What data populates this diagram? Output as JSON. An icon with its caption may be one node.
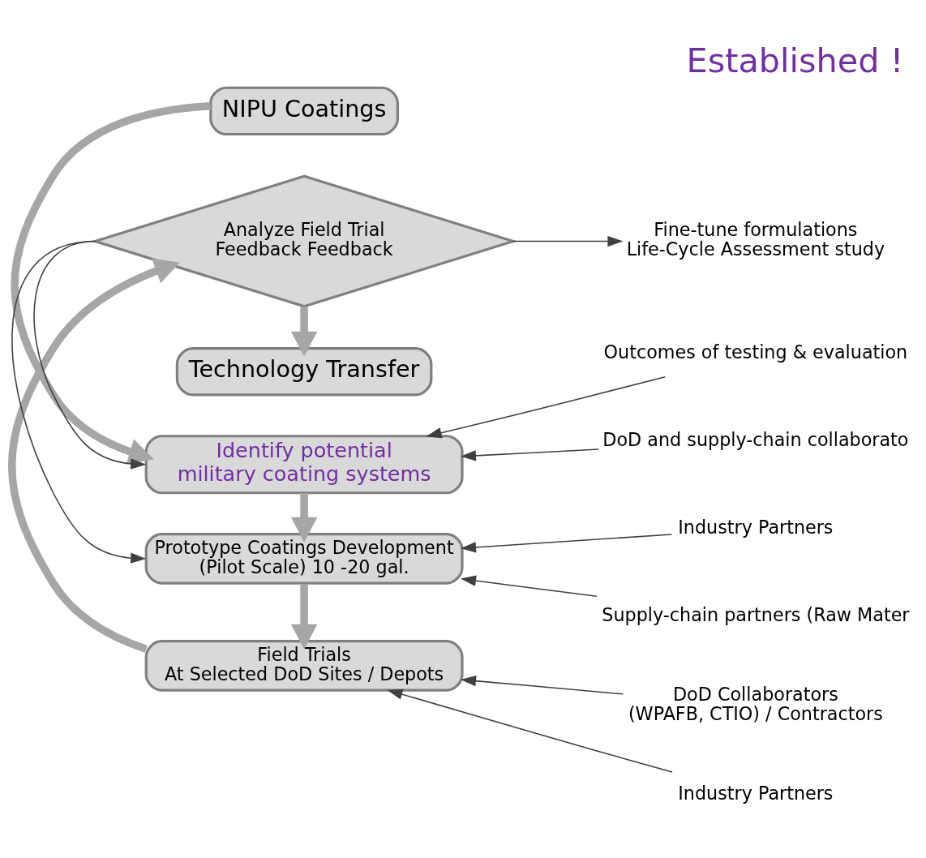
{
  "diagram": {
    "title": "Established !",
    "nodes": [
      {
        "text": [
          "NIPU Coatings"
        ]
      },
      {
        "text": [
          "Identify potential military coating systems"
        ]
      },
      {
        "text": [
          "Prototype Coatings Development (Pilot Scale) 10 -20 gal."
        ]
      },
      {
        "text": [
          "Field Trials At Selected DoD Sites / Depots"
        ]
      },
      {
        "text": [
          "Analyze Field Trial Feedback Feedback"
        ]
      },
      {
        "text": [
          "Technology Transfer"
        ]
      },
      {
        "text": [
          "Outcomes of testing & evaluation"
        ]
      },
      {
        "text": [
          "DoD and supply-chain collaborato"
        ]
      },
      {
        "text": [
          "Industry Partners"
        ]
      },
      {
        "text": [
          "Supply-chain partners (Raw Mater"
        ]
      },
      {
        "text": [
          "DoD Collaborators (WPAFB, CTIO) / Contractors"
        ]
      },
      {
        "text": [
          "Industry Partners"
        ]
      },
      {
        "text": [
          "Fine-tune formulations",
          "Life-Cycle Assessment study"
        ]
      }
    ],
    "edges": [
      {
        "from": 0,
        "to": 1,
        "arrow": "to",
        "style": "thick",
        "color": "#a6a6a6"
      },
      {
        "from": 1,
        "to": 2,
        "arrow": "to",
        "style": "thick",
        "color": "#a6a6a6"
      },
      {
        "from": 2,
        "to": 3,
        "arrow": "to",
        "style": "thick",
        "color": "#a6a6a6"
      },
      {
        "from": 3,
        "to": 4,
        "arrow": "to",
        "style": "thick",
        "color": "#a6a6a6"
      },
      {
        "from": 4,
        "to": 5,
        "arrow": "to",
        "style": "thick",
        "color": "#a6a6a6"
      },
      {
        "from": 4,
        "to": 1,
        "arrow": "to"
      },
      {
        "from": 4,
        "to": 2,
        "arrow": "to"
      },
      {
        "from": 6,
        "to": 1,
        "arrow": "to"
      },
      {
        "from": 7,
        "to": 1,
        "arrow": "to"
      },
      {
        "from": 8,
        "to": 2,
        "arrow": "to"
      },
      {
        "from": 9,
        "to": 2,
        "arrow": "to"
      },
      {
        "from": 10,
        "to": 3,
        "arrow": "to"
      },
      {
        "from": 11,
        "to": 3,
        "arrow": "to"
      },
      {
        "from": 4,
        "to": 12,
        "arrow": "to"
      }
    ]
  }
}
